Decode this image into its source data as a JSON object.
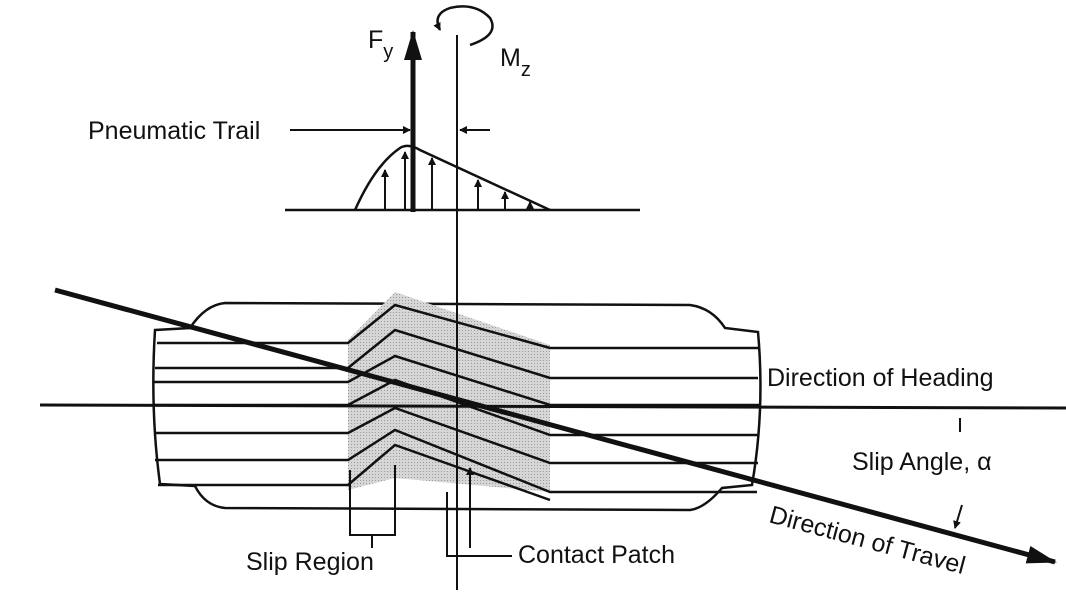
{
  "labels": {
    "force": "F",
    "force_sub": "y",
    "moment": "M",
    "moment_sub": "z",
    "pneumatic_trail": "Pneumatic Trail",
    "direction_heading": "Direction of Heading",
    "slip_angle": "Slip Angle, α",
    "direction_travel": "Direction of Travel",
    "slip_region": "Slip Region",
    "contact_patch": "Contact Patch"
  },
  "colors": {
    "ink": "#111111",
    "patch_fill": "#c8c8c8"
  }
}
